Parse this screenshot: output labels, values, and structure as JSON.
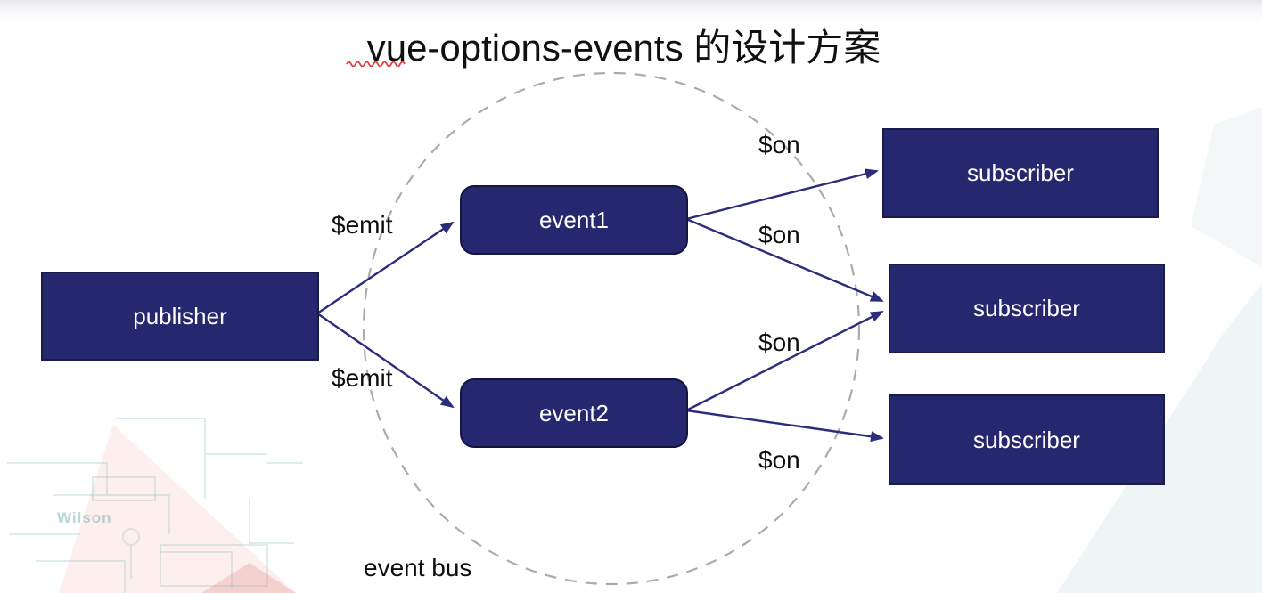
{
  "title": {
    "text": "vue-options-events 的设计方案"
  },
  "nodes": {
    "publisher": "publisher",
    "event1": "event1",
    "event2": "event2",
    "subscriber1": "subscriber",
    "subscriber2": "subscriber",
    "subscriber3": "subscriber"
  },
  "edge_labels": {
    "emit1": "$emit",
    "emit2": "$emit",
    "on1": "$on",
    "on2": "$on",
    "on3": "$on",
    "on4": "$on"
  },
  "bus_label": "event bus",
  "watermark": {
    "text": "Wilson"
  },
  "colors": {
    "node_fill": "#26286f",
    "node_border": "#1b1b47",
    "node_text": "#ffffff",
    "arrow": "#2b2d7a",
    "bus_dash": "#ababab",
    "label_text": "#0d0d0d",
    "title_text": "#101010",
    "squiggle": "#e23b3b"
  }
}
